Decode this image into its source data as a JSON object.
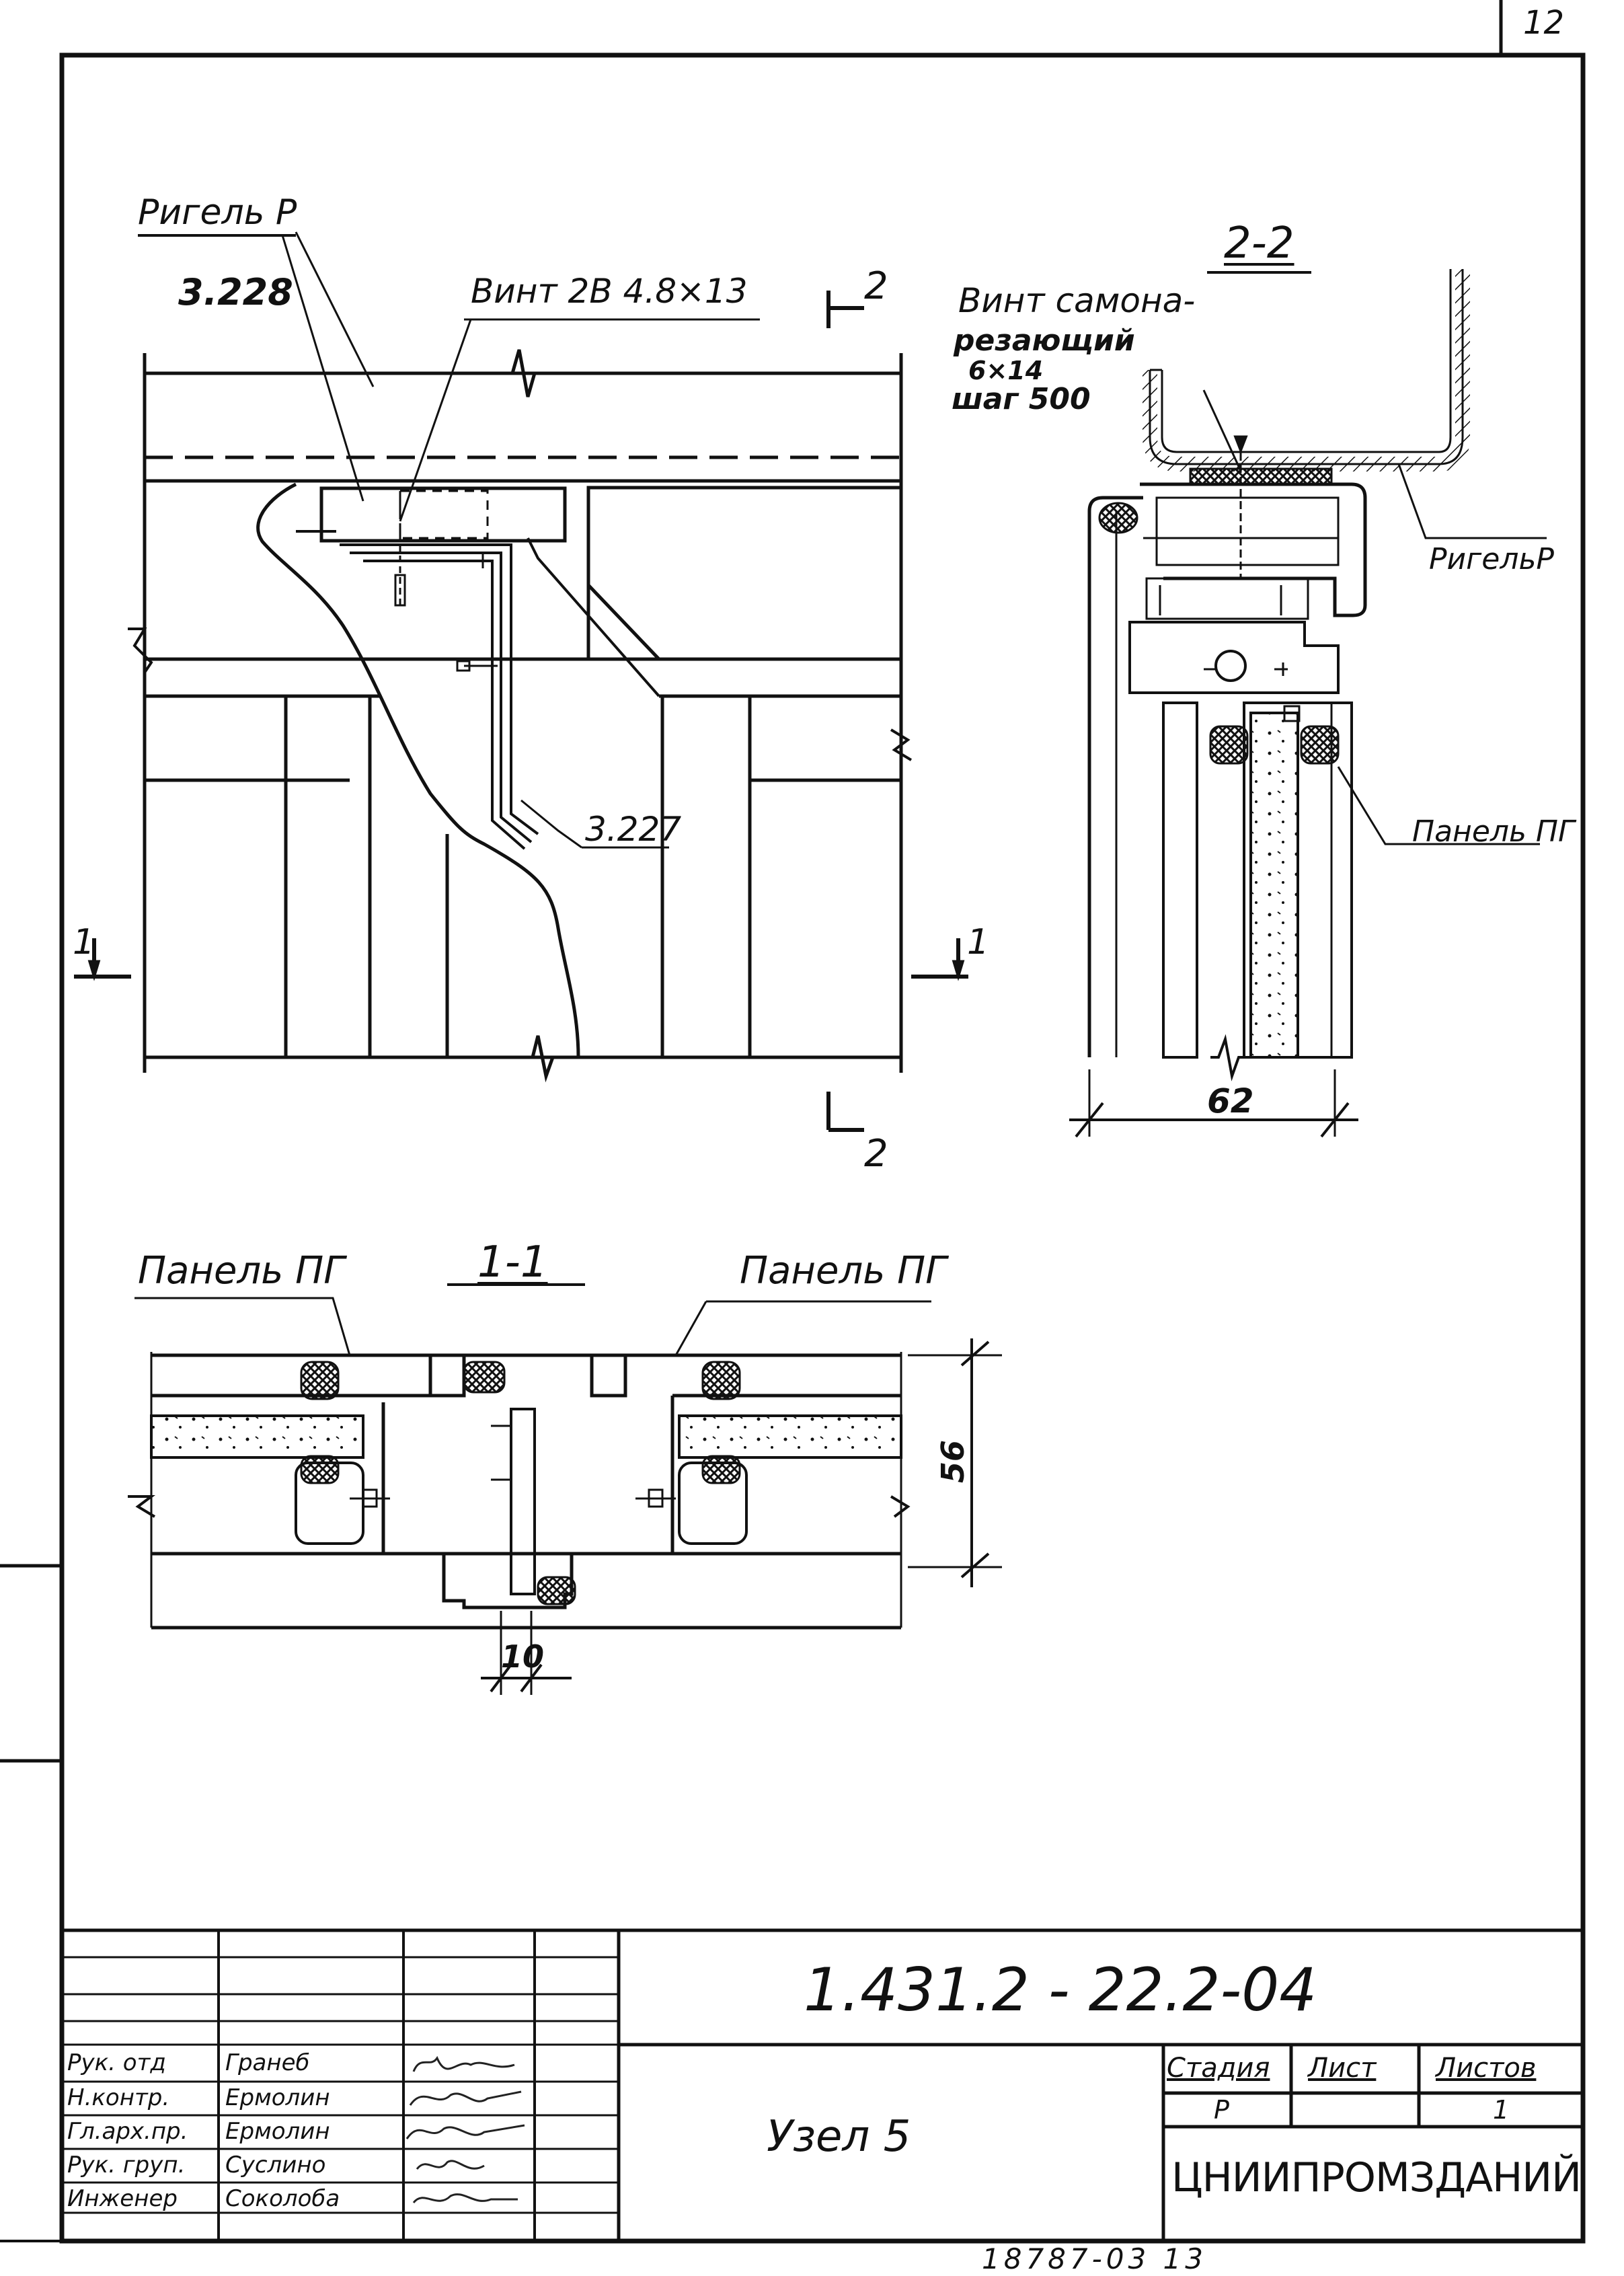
{
  "sheet_number": "12",
  "drawing": {
    "main_view": {
      "beam_label": "Ригель Р",
      "part_228": "3.228",
      "screw_label": "Винт 2В 4.8×13",
      "part_227": "3.227",
      "cut_1_left": "1",
      "cut_1_right": "1",
      "cut_2_top": "2",
      "cut_2_bottom": "2"
    },
    "section_2_2": {
      "title": "2-2",
      "screw_note_line1": "Винт самона-",
      "screw_note_line2": "резающий",
      "screw_note_line3": "6×14",
      "screw_note_line4": "шаг 500",
      "beam_label": "РигельР",
      "panel_label": "Панель ПГ",
      "dimension": "62"
    },
    "section_1_1": {
      "title": "1-1",
      "panel_left": "Панель ПГ",
      "panel_right": "Панель ПГ",
      "dimension_height": "56",
      "dimension_gap": "10"
    }
  },
  "title_block": {
    "document_code": "1.431.2 - 22.2-04",
    "item_name": "Узел 5",
    "stage_header": "Стадия",
    "sheet_header": "Лист",
    "sheets_header": "Листов",
    "stage_value": "Р",
    "sheet_value": "",
    "sheets_value": "1",
    "organization": "ЦНИИПРОМЗДАНИЙ",
    "roles": [
      {
        "role": "Рук. отд",
        "name": "Гранеб"
      },
      {
        "role": "Н.контр.",
        "name": "Ермолин"
      },
      {
        "role": "Гл.арх.пр.",
        "name": "Ермолин"
      },
      {
        "role": "Рук. груп.",
        "name": "Суслино"
      },
      {
        "role": "Инженер",
        "name": "Соколоба"
      }
    ]
  },
  "archive_number": "18787-03 13"
}
